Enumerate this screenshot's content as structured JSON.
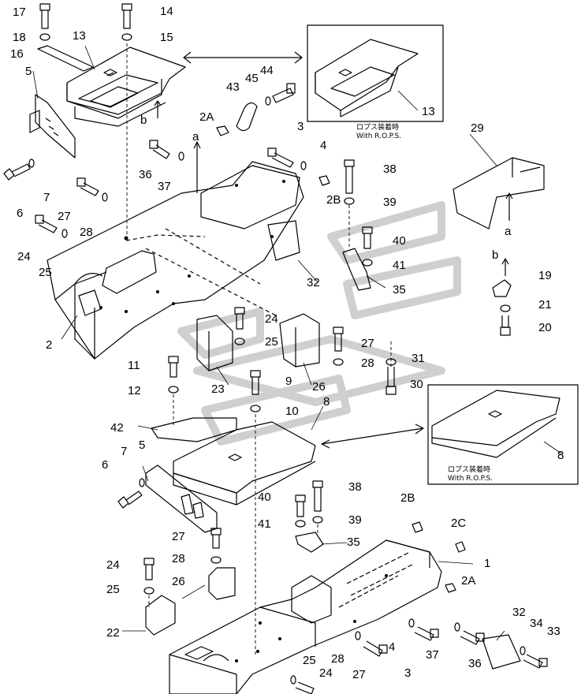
{
  "diagram": {
    "inset_caption_jp": "ロプス装着時",
    "inset_caption_en": "With R.O.P.S.",
    "view_marks": {
      "a": "a",
      "b": "b"
    },
    "callouts": [
      {
        "id": "c17",
        "text": "17"
      },
      {
        "id": "c14",
        "text": "14"
      },
      {
        "id": "c18",
        "text": "18"
      },
      {
        "id": "c15",
        "text": "15"
      },
      {
        "id": "c16",
        "text": "16"
      },
      {
        "id": "c13",
        "text": "13"
      },
      {
        "id": "c5a",
        "text": "5"
      },
      {
        "id": "c43",
        "text": "43"
      },
      {
        "id": "c45",
        "text": "45"
      },
      {
        "id": "c44",
        "text": "44"
      },
      {
        "id": "c13i",
        "text": "13"
      },
      {
        "id": "c2Aa",
        "text": "2A"
      },
      {
        "id": "c3a",
        "text": "3"
      },
      {
        "id": "c4a",
        "text": "4"
      },
      {
        "id": "c29",
        "text": "29"
      },
      {
        "id": "c6a",
        "text": "6"
      },
      {
        "id": "c7a",
        "text": "7"
      },
      {
        "id": "c36a",
        "text": "36"
      },
      {
        "id": "c37a",
        "text": "37"
      },
      {
        "id": "c38a",
        "text": "38"
      },
      {
        "id": "c2Ba",
        "text": "2B"
      },
      {
        "id": "c39a",
        "text": "39"
      },
      {
        "id": "c27a",
        "text": "27"
      },
      {
        "id": "c28a",
        "text": "28"
      },
      {
        "id": "c24a",
        "text": "24"
      },
      {
        "id": "c25a",
        "text": "25"
      },
      {
        "id": "c40a",
        "text": "40"
      },
      {
        "id": "c41a",
        "text": "41"
      },
      {
        "id": "c32a",
        "text": "32"
      },
      {
        "id": "c35a",
        "text": "35"
      },
      {
        "id": "c19",
        "text": "19"
      },
      {
        "id": "c21",
        "text": "21"
      },
      {
        "id": "c20",
        "text": "20"
      },
      {
        "id": "c2a",
        "text": "2"
      },
      {
        "id": "c24b",
        "text": "24"
      },
      {
        "id": "c25b",
        "text": "25"
      },
      {
        "id": "c27b",
        "text": "27"
      },
      {
        "id": "c28b",
        "text": "28"
      },
      {
        "id": "c31",
        "text": "31"
      },
      {
        "id": "c11",
        "text": "11"
      },
      {
        "id": "c23",
        "text": "23"
      },
      {
        "id": "c9",
        "text": "9"
      },
      {
        "id": "c26a",
        "text": "26"
      },
      {
        "id": "c30",
        "text": "30"
      },
      {
        "id": "c12",
        "text": "12"
      },
      {
        "id": "c10",
        "text": "10"
      },
      {
        "id": "c8a",
        "text": "8"
      },
      {
        "id": "c42",
        "text": "42"
      },
      {
        "id": "c5b",
        "text": "5"
      },
      {
        "id": "c8i",
        "text": "8"
      },
      {
        "id": "c7b",
        "text": "7"
      },
      {
        "id": "c6b",
        "text": "6"
      },
      {
        "id": "c38b",
        "text": "38"
      },
      {
        "id": "c40b",
        "text": "40"
      },
      {
        "id": "c39b",
        "text": "39"
      },
      {
        "id": "c41b",
        "text": "41"
      },
      {
        "id": "c2Bb",
        "text": "2B"
      },
      {
        "id": "c2C",
        "text": "2C"
      },
      {
        "id": "c35b",
        "text": "35"
      },
      {
        "id": "c27c",
        "text": "27"
      },
      {
        "id": "c28c",
        "text": "28"
      },
      {
        "id": "c1",
        "text": "1"
      },
      {
        "id": "c24c",
        "text": "24"
      },
      {
        "id": "c26b",
        "text": "26"
      },
      {
        "id": "c2Ab",
        "text": "2A"
      },
      {
        "id": "c25c",
        "text": "25"
      },
      {
        "id": "c22",
        "text": "22"
      },
      {
        "id": "c32b",
        "text": "32"
      },
      {
        "id": "c34",
        "text": "34"
      },
      {
        "id": "c33",
        "text": "33"
      },
      {
        "id": "c28d",
        "text": "28"
      },
      {
        "id": "c4b",
        "text": "4"
      },
      {
        "id": "c37b",
        "text": "37"
      },
      {
        "id": "c36b",
        "text": "36"
      },
      {
        "id": "c27d",
        "text": "27"
      },
      {
        "id": "c3b",
        "text": "3"
      },
      {
        "id": "c25d",
        "text": "25"
      },
      {
        "id": "c24d",
        "text": "24"
      }
    ]
  }
}
